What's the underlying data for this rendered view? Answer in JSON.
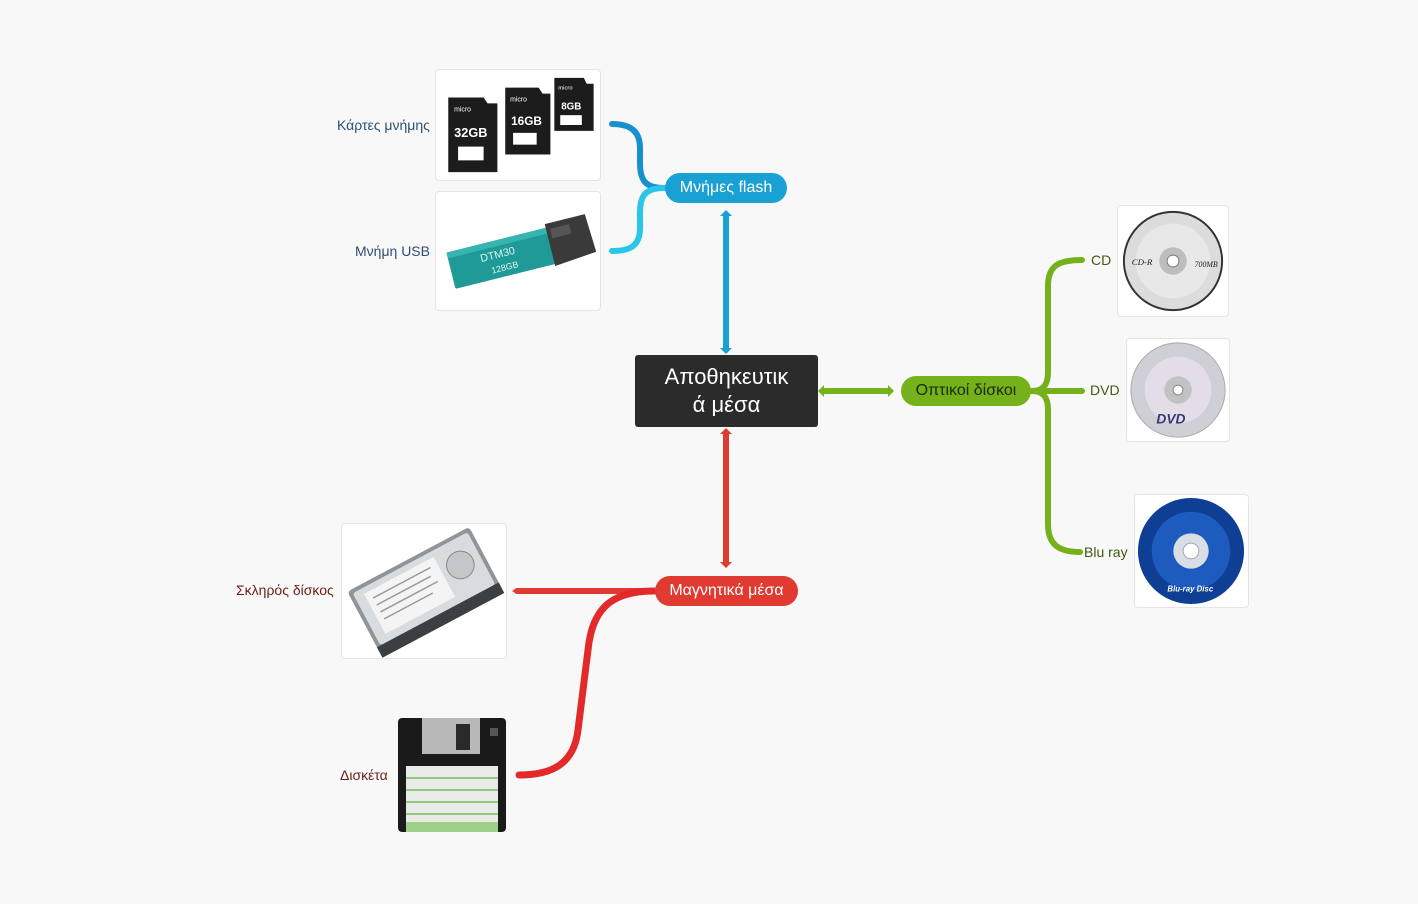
{
  "root": {
    "title": "Αποθηκευτικ ά μέσα",
    "line1": "Αποθηκευτικ",
    "line2": "ά μέσα"
  },
  "branches": {
    "flash": {
      "label": "Μνήμες flash",
      "color": "#1aa1d4",
      "children": [
        {
          "label": "Κάρτες μνήμης",
          "image": "memory-cards"
        },
        {
          "label": "Μνήμη USB",
          "image": "usb-stick"
        }
      ]
    },
    "magnetic": {
      "label": "Μαγνητικά μέσα",
      "color": "#e03a31",
      "children": [
        {
          "label": "Σκληρός δίσκος",
          "image": "hard-disk"
        },
        {
          "label": "Δισκέτα",
          "image": "floppy-disk"
        }
      ]
    },
    "optical": {
      "label": "Οπτικοί δίσκοι",
      "color": "#74b11a",
      "children": [
        {
          "label": "CD",
          "image": "cd-disc"
        },
        {
          "label": "DVD",
          "image": "dvd-disc"
        },
        {
          "label": "Blu ray",
          "image": "bluray-disc"
        }
      ]
    }
  },
  "image_text": {
    "sd_cards": [
      "32GB",
      "16GB",
      "8GB"
    ],
    "usb_text": "DTM30",
    "usb_capacity": "128GB",
    "cd_text": "CD-R",
    "cd_capacity": "700MB",
    "dvd_text": "DVD",
    "bluray_text": "Blu-ray Disc"
  }
}
